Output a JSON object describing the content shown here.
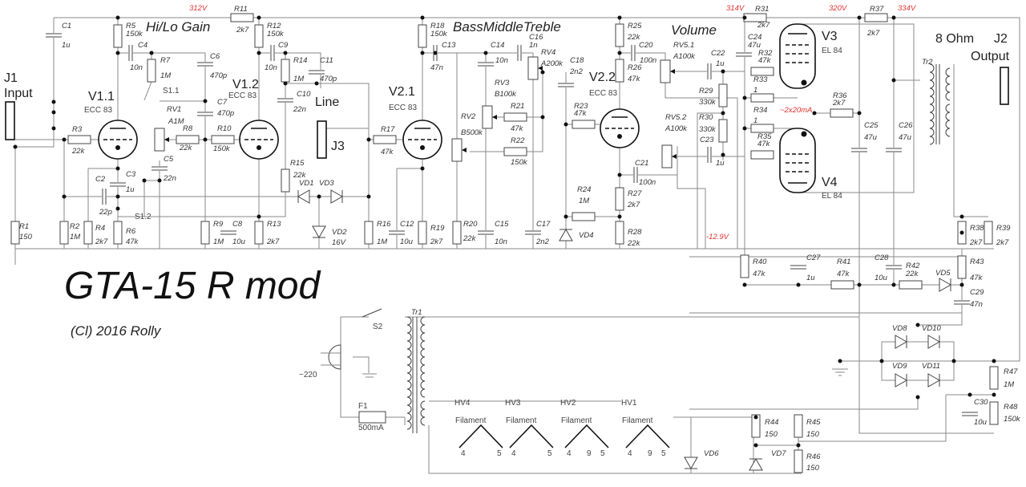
{
  "title": "GTA-15 R mod",
  "credit": "(Cl) 2016 Rolly",
  "headings": {
    "gain": "Hi/Lo Gain",
    "tone": "BassMiddleTreble",
    "volume": "Volume",
    "line": "Line",
    "speaker": "8 Ohm"
  },
  "jacks": {
    "J1": {
      "ref": "J1",
      "name": "Input"
    },
    "J2": {
      "ref": "J2",
      "name": "Output"
    },
    "J3": {
      "ref": "J3"
    }
  },
  "voltages": {
    "v312": "312V",
    "v314": "314V",
    "v320": "320V",
    "v334": "334V",
    "bias": "-12.9V",
    "current": "~2x20mA"
  },
  "colors": {
    "wire": "#8a8a8a",
    "annotation": "#e03030",
    "component": "#444444"
  },
  "tubes": {
    "V1_1": {
      "ref": "V1.1",
      "type": "ECC 83"
    },
    "V1_2": {
      "ref": "V1.2",
      "type": "ECC 83"
    },
    "V2_1": {
      "ref": "V2.1",
      "type": "ECC 83"
    },
    "V2_2": {
      "ref": "V2.2",
      "type": "ECC 83"
    },
    "V3": {
      "ref": "V3",
      "type": "EL 84"
    },
    "V4": {
      "ref": "V4",
      "type": "EL 84"
    }
  },
  "components": {
    "R1": {
      "ref": "R1",
      "value": "150"
    },
    "R2": {
      "ref": "R2",
      "value": "1M"
    },
    "R3": {
      "ref": "R3",
      "value": "22k"
    },
    "R4": {
      "ref": "R4",
      "value": "2k7"
    },
    "R5": {
      "ref": "R5",
      "value": "150k"
    },
    "R6": {
      "ref": "R6",
      "value": "47k"
    },
    "R7": {
      "ref": "R7",
      "value": "1M"
    },
    "R8": {
      "ref": "R8",
      "value": "22k"
    },
    "R9": {
      "ref": "R9",
      "value": "1M"
    },
    "R10": {
      "ref": "R10",
      "value": "150k"
    },
    "R11": {
      "ref": "R11",
      "value": "2k7"
    },
    "R12": {
      "ref": "R12",
      "value": "150k"
    },
    "R13": {
      "ref": "R13",
      "value": "2k7"
    },
    "R14": {
      "ref": "R14",
      "value": "1M"
    },
    "R15": {
      "ref": "R15",
      "value": "22k"
    },
    "R16": {
      "ref": "R16",
      "value": "1M"
    },
    "R17": {
      "ref": "R17",
      "value": "47k"
    },
    "R18": {
      "ref": "R18",
      "value": "150k"
    },
    "R19": {
      "ref": "R19",
      "value": "2k7"
    },
    "R20": {
      "ref": "R20",
      "value": "22k"
    },
    "R21": {
      "ref": "R21",
      "value": "47k"
    },
    "R22": {
      "ref": "R22",
      "value": "150k"
    },
    "R23": {
      "ref": "R23",
      "value": "47k"
    },
    "R24": {
      "ref": "R24",
      "value": "1M"
    },
    "R25": {
      "ref": "R25",
      "value": "22k"
    },
    "R26": {
      "ref": "R26",
      "value": "47k"
    },
    "R27": {
      "ref": "R27",
      "value": "2k7"
    },
    "R28": {
      "ref": "R28",
      "value": "22k"
    },
    "R29": {
      "ref": "R29",
      "value": "330k"
    },
    "R30": {
      "ref": "R30",
      "value": "330k"
    },
    "R31": {
      "ref": "R31",
      "value": "2k7"
    },
    "R32": {
      "ref": "R32",
      "value": "47k"
    },
    "R33": {
      "ref": "R33",
      "value": "1"
    },
    "R34": {
      "ref": "R34",
      "value": "1"
    },
    "R35": {
      "ref": "R35",
      "value": "47k"
    },
    "R36": {
      "ref": "R36",
      "value": "2k7"
    },
    "R37": {
      "ref": "R37",
      "value": "2k7"
    },
    "R38": {
      "ref": "R38",
      "value": "2k7"
    },
    "R39": {
      "ref": "R39",
      "value": "2k7"
    },
    "R40": {
      "ref": "R40",
      "value": "47k"
    },
    "R41": {
      "ref": "R41",
      "value": "47k"
    },
    "R42": {
      "ref": "R42",
      "value": "22k"
    },
    "R43": {
      "ref": "R43",
      "value": "47k"
    },
    "R44": {
      "ref": "R44",
      "value": "150"
    },
    "R45": {
      "ref": "R45",
      "value": "150"
    },
    "R46": {
      "ref": "R46",
      "value": "150"
    },
    "R47": {
      "ref": "R47",
      "value": "1M"
    },
    "R48": {
      "ref": "R48",
      "value": "150k"
    },
    "C1": {
      "ref": "C1",
      "value": "1u"
    },
    "C2": {
      "ref": "C2",
      "value": "22p"
    },
    "C3": {
      "ref": "C3",
      "value": "1u"
    },
    "C4": {
      "ref": "C4",
      "value": "10n"
    },
    "C5": {
      "ref": "C5",
      "value": "22n"
    },
    "C6": {
      "ref": "C6",
      "value": "470p"
    },
    "C7": {
      "ref": "C7",
      "value": "470p"
    },
    "C8": {
      "ref": "C8",
      "value": "10u"
    },
    "C9": {
      "ref": "C9",
      "value": "10n"
    },
    "C10": {
      "ref": "C10",
      "value": "22n"
    },
    "C11": {
      "ref": "C11",
      "value": "470p"
    },
    "C12": {
      "ref": "C12",
      "value": "10u"
    },
    "C13": {
      "ref": "C13",
      "value": "47n"
    },
    "C14": {
      "ref": "C14",
      "value": "10n"
    },
    "C15": {
      "ref": "C15",
      "value": "10n"
    },
    "C16": {
      "ref": "C16",
      "value": "1n"
    },
    "C17": {
      "ref": "C17",
      "value": "2n2"
    },
    "C18": {
      "ref": "C18",
      "value": "2n2"
    },
    "C20": {
      "ref": "C20",
      "value": "100n"
    },
    "C21": {
      "ref": "C21",
      "value": "100n"
    },
    "C22": {
      "ref": "C22",
      "value": "1u"
    },
    "C23": {
      "ref": "C23",
      "value": "1u"
    },
    "C24": {
      "ref": "C24",
      "value": "47u"
    },
    "C25": {
      "ref": "C25",
      "value": "47u"
    },
    "C26": {
      "ref": "C26",
      "value": "47u"
    },
    "C27": {
      "ref": "C27",
      "value": "1u"
    },
    "C28": {
      "ref": "C28",
      "value": "10u"
    },
    "C29": {
      "ref": "C29",
      "value": "47n"
    },
    "C30": {
      "ref": "C30",
      "value": "10u"
    },
    "RV1": {
      "ref": "RV1",
      "value": "A1M"
    },
    "RV2": {
      "ref": "RV2",
      "value": "B500k"
    },
    "RV3": {
      "ref": "RV3",
      "value": "B100k"
    },
    "RV4": {
      "ref": "RV4",
      "value": "A200k"
    },
    "RV5_1": {
      "ref": "RV5.1",
      "value": "A100k"
    },
    "RV5_2": {
      "ref": "RV5.2",
      "value": "A100k"
    },
    "VD1": {
      "ref": "VD1"
    },
    "VD3": {
      "ref": "VD3"
    },
    "VD2": {
      "ref": "VD2",
      "value": "16V"
    },
    "VD4": {
      "ref": "VD4"
    },
    "VD5": {
      "ref": "VD5"
    },
    "VD6": {
      "ref": "VD6"
    },
    "VD7": {
      "ref": "VD7"
    },
    "VD8": {
      "ref": "VD8"
    },
    "VD9": {
      "ref": "VD9"
    },
    "VD10": {
      "ref": "VD10"
    },
    "VD11": {
      "ref": "VD11"
    },
    "S1_1": {
      "ref": "S1.1"
    },
    "S1_2": {
      "ref": "S1.2"
    },
    "S2": {
      "ref": "S2"
    },
    "F1": {
      "ref": "F1",
      "value": "500mA"
    },
    "Tr1": {
      "ref": "Tr1"
    },
    "Tr2": {
      "ref": "Tr2"
    }
  },
  "mains": {
    "label": "~220"
  },
  "heaters": [
    {
      "ref": "HV4",
      "label": "Filament",
      "pins": [
        "4",
        "5"
      ]
    },
    {
      "ref": "HV3",
      "label": "Filament",
      "pins": [
        "4",
        "5"
      ]
    },
    {
      "ref": "HV2",
      "label": "Filament",
      "pins": [
        "4",
        "9",
        "5"
      ]
    },
    {
      "ref": "HV1",
      "label": "Filament",
      "pins": [
        "4",
        "9",
        "5"
      ]
    }
  ]
}
